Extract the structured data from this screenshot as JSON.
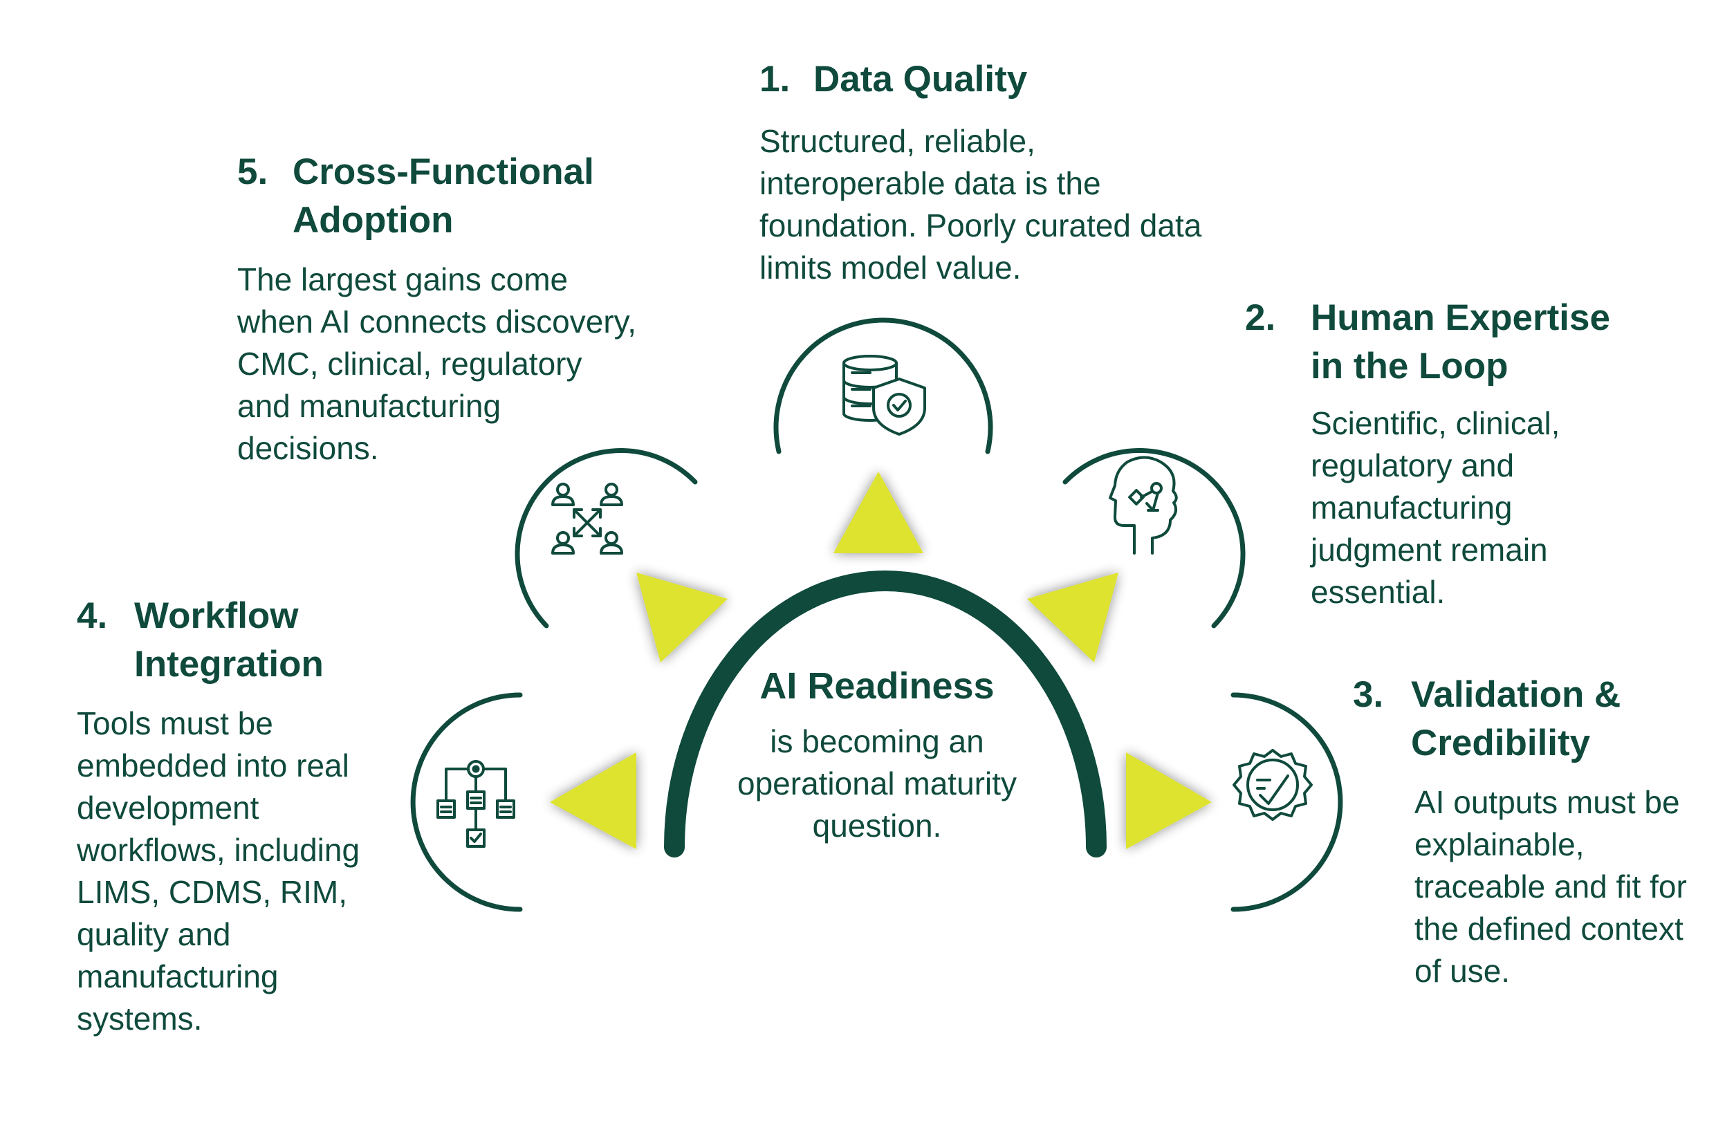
{
  "colors": {
    "primary": "#0f4a3c",
    "accent": "#dde32e"
  },
  "center": {
    "title": "AI Readiness",
    "subtitle": "is becoming an operational maturity question."
  },
  "items": [
    {
      "number": "1.",
      "title_line1": "Data Quality",
      "title_line2": "",
      "description": "Structured, reliable, interoperable data is the foundation. Poorly curated data limits model value.",
      "icon": "database-shield-icon"
    },
    {
      "number": "2.",
      "title_line1": "Human Expertise",
      "title_line2": "in the Loop",
      "description": "Scientific, clinical, regulatory and manufacturing judgment remain essential.",
      "icon": "head-brain-icon"
    },
    {
      "number": "3.",
      "title_line1": "Validation &",
      "title_line2": "Credibility",
      "description": "AI outputs must be explainable, traceable and fit for the defined context of use.",
      "icon": "certified-badge-icon"
    },
    {
      "number": "4.",
      "title_line1": "Workflow",
      "title_line2": "Integration",
      "description": "Tools must be embedded into real development workflows, including LIMS, CDMS, RIM, quality and manufacturing systems.",
      "icon": "workflow-flowchart-icon"
    },
    {
      "number": "5.",
      "title_line1": "Cross-Functional",
      "title_line2": "Adoption",
      "description": "The largest gains come when AI connects discovery, CMC, clinical, regulatory and manufacturing decisions.",
      "icon": "people-network-icon"
    }
  ]
}
